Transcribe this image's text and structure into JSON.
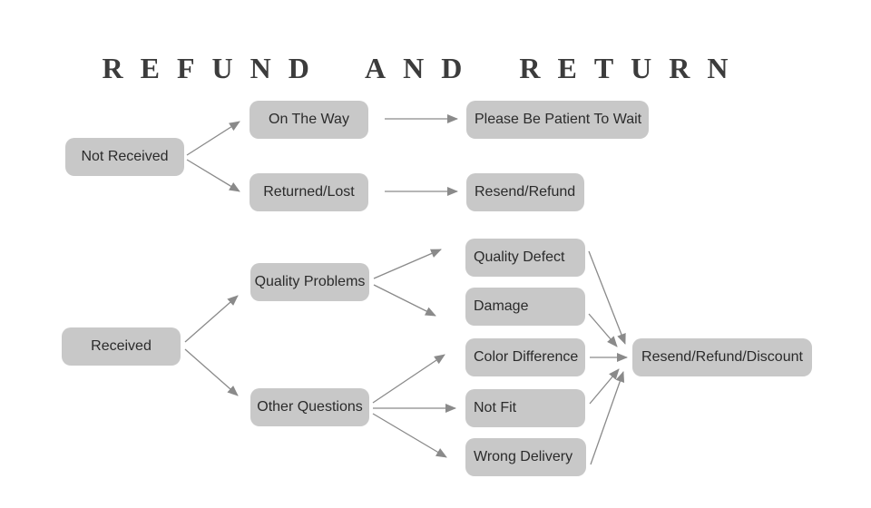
{
  "title": "REFUND AND RETURN",
  "colors": {
    "background": "#ffffff",
    "box_fill": "#c8c8c8",
    "box_text": "#2b2b2b",
    "arrow": "#8a8a8a",
    "title_text": "#3c3c3c"
  },
  "nodes": {
    "not_received": {
      "label": "Not Received"
    },
    "on_the_way": {
      "label": "On The Way"
    },
    "please_wait": {
      "label": "Please Be Patient To Wait"
    },
    "returned_lost": {
      "label": "Returned/Lost"
    },
    "resend_refund": {
      "label": "Resend/Refund"
    },
    "received": {
      "label": "Received"
    },
    "quality_problems": {
      "label": "Quality Problems"
    },
    "other_questions": {
      "label": "Other Questions"
    },
    "quality_defect": {
      "label": "Quality Defect"
    },
    "damage": {
      "label": "Damage"
    },
    "color_difference": {
      "label": "Color Difference"
    },
    "not_fit": {
      "label": "Not Fit"
    },
    "wrong_delivery": {
      "label": "Wrong Delivery"
    },
    "resend_refund_discount": {
      "label": "Resend/Refund/Discount"
    }
  },
  "edges": [
    {
      "from": "Not Received",
      "to": "On The Way"
    },
    {
      "from": "Not Received",
      "to": "Returned/Lost"
    },
    {
      "from": "On The Way",
      "to": "Please Be Patient To Wait"
    },
    {
      "from": "Returned/Lost",
      "to": "Resend/Refund"
    },
    {
      "from": "Received",
      "to": "Quality Problems"
    },
    {
      "from": "Received",
      "to": "Other Questions"
    },
    {
      "from": "Quality Problems",
      "to": "Quality Defect"
    },
    {
      "from": "Quality Problems",
      "to": "Damage"
    },
    {
      "from": "Other Questions",
      "to": "Color Difference"
    },
    {
      "from": "Other Questions",
      "to": "Not Fit"
    },
    {
      "from": "Other Questions",
      "to": "Wrong Delivery"
    },
    {
      "from": "Quality Defect",
      "to": "Resend/Refund/Discount"
    },
    {
      "from": "Damage",
      "to": "Resend/Refund/Discount"
    },
    {
      "from": "Color Difference",
      "to": "Resend/Refund/Discount"
    },
    {
      "from": "Not Fit",
      "to": "Resend/Refund/Discount"
    },
    {
      "from": "Wrong Delivery",
      "to": "Resend/Refund/Discount"
    }
  ]
}
